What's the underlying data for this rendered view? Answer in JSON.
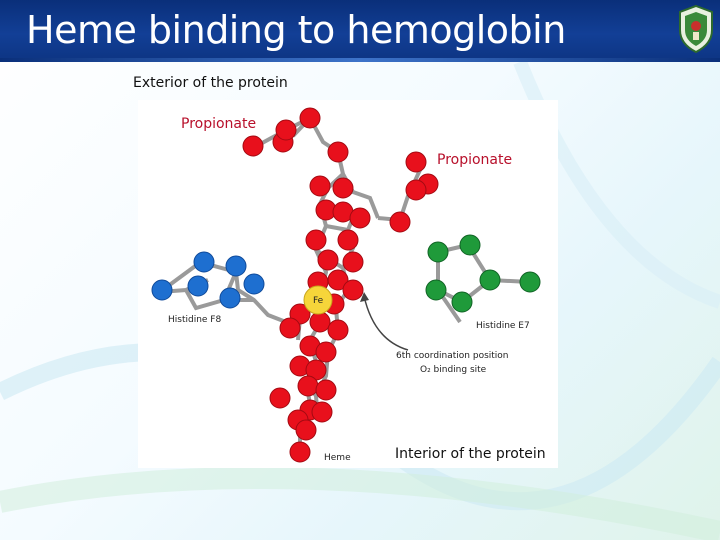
{
  "slide": {
    "title": "Heme binding to hemoglobin",
    "logo_icon": "university-crest-icon"
  },
  "figure": {
    "exterior_label": "Exterior of the protein",
    "interior_label": "Interior of the protein",
    "propionate_left": "Propionate",
    "propionate_right": "Propionate",
    "iron_label": "Fe",
    "histidine_f8": "Histidine F8",
    "histidine_e7": "Histidine E7",
    "coord_line1": "6th coordination position",
    "coord_line2": "O₂ binding site",
    "heme_label": "Heme"
  },
  "colors": {
    "title_bar": "#123f96",
    "heme_atoms": "#e8101c",
    "iron_atom": "#f6d53a",
    "histidine_f8_atoms": "#1e6fd0",
    "histidine_e7_atoms": "#1f9a3a",
    "propionate_text": "#b8102b"
  }
}
